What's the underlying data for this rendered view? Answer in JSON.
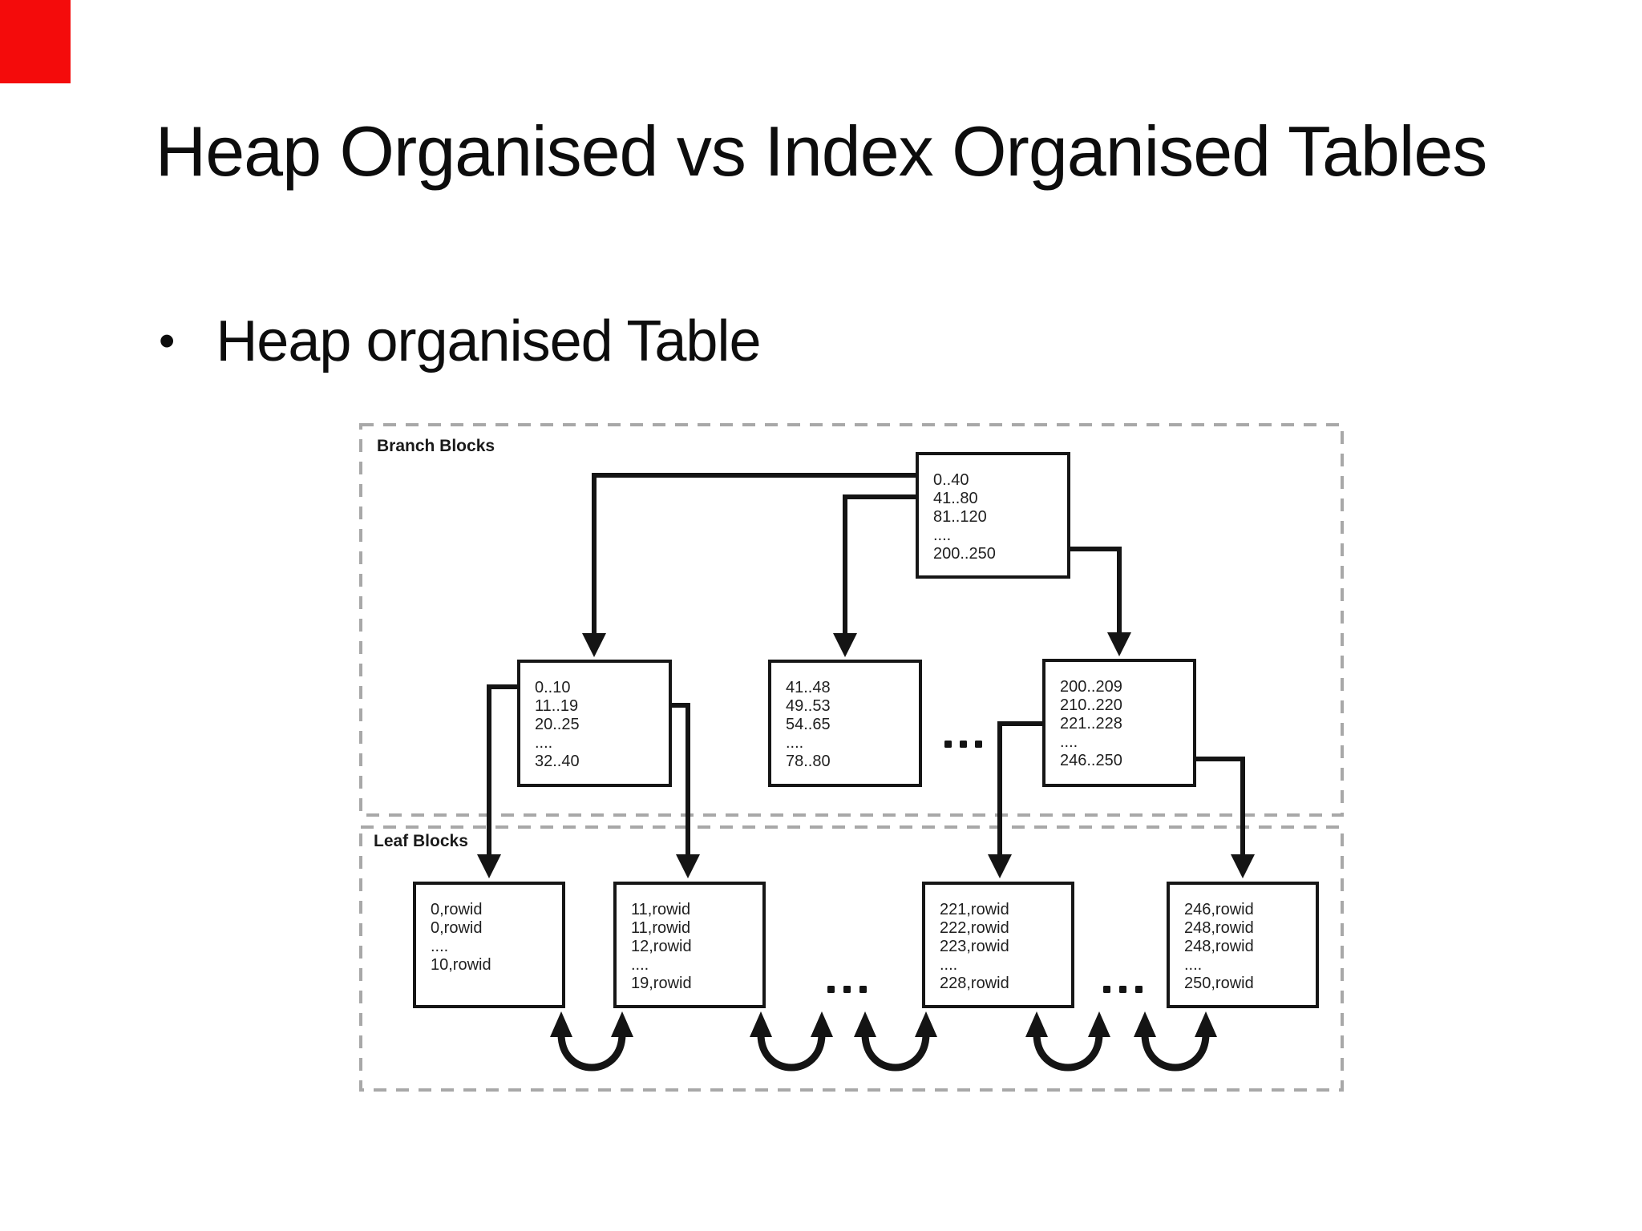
{
  "slide": {
    "title": "Heap Organised vs Index Organised Tables",
    "bullet_marker": "•",
    "bullet": "Heap organised Table"
  },
  "decoration": {
    "corner_block_color": "#f40b0b"
  },
  "diagram": {
    "branch_section_label": "Branch Blocks",
    "leaf_section_label": "Leaf Blocks",
    "ellipsis": "...",
    "colors": {
      "line": "#141414",
      "dashed_border": "#a8a8a8",
      "box_border": "#161616",
      "text": "#1f1f1f"
    },
    "nodes": {
      "root": {
        "lines": [
          "0..40",
          "41..80",
          "81..120",
          "....",
          "200..250"
        ]
      },
      "branch_left": {
        "lines": [
          "0..10",
          "11..19",
          "20..25",
          "....",
          "32..40"
        ]
      },
      "branch_middle": {
        "lines": [
          "41..48",
          "49..53",
          "54..65",
          "....",
          "78..80"
        ]
      },
      "branch_right": {
        "lines": [
          "200..209",
          "210..220",
          "221..228",
          "....",
          "246..250"
        ]
      },
      "leaf_1": {
        "lines": [
          "0,rowid",
          "0,rowid",
          "....",
          "10,rowid"
        ]
      },
      "leaf_2": {
        "lines": [
          "11,rowid",
          "11,rowid",
          "12,rowid",
          "....",
          "19,rowid"
        ]
      },
      "leaf_3": {
        "lines": [
          "221,rowid",
          "222,rowid",
          "223,rowid",
          "....",
          "228,rowid"
        ]
      },
      "leaf_4": {
        "lines": [
          "246,rowid",
          "248,rowid",
          "248,rowid",
          "....",
          "250,rowid"
        ]
      }
    }
  }
}
